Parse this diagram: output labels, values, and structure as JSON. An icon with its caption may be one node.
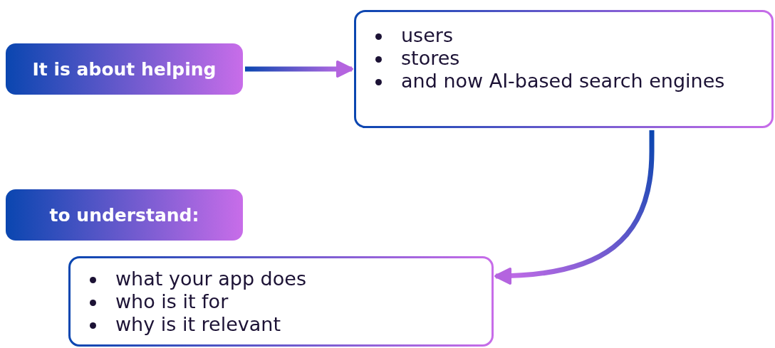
{
  "diagram": {
    "nodes": [
      {
        "text": [
          "It is about helping"
        ]
      },
      {
        "text": [
          "users",
          "stores",
          "and now AI-based search engines"
        ]
      },
      {
        "text": [
          "to understand:"
        ]
      },
      {
        "text": [
          "what your app does",
          "who is it for",
          "why is it relevant"
        ]
      }
    ],
    "edges": [
      {
        "from": 0,
        "to": 1,
        "arrow": "to"
      },
      {
        "from": 1,
        "to": 3,
        "arrow": "to"
      }
    ]
  }
}
